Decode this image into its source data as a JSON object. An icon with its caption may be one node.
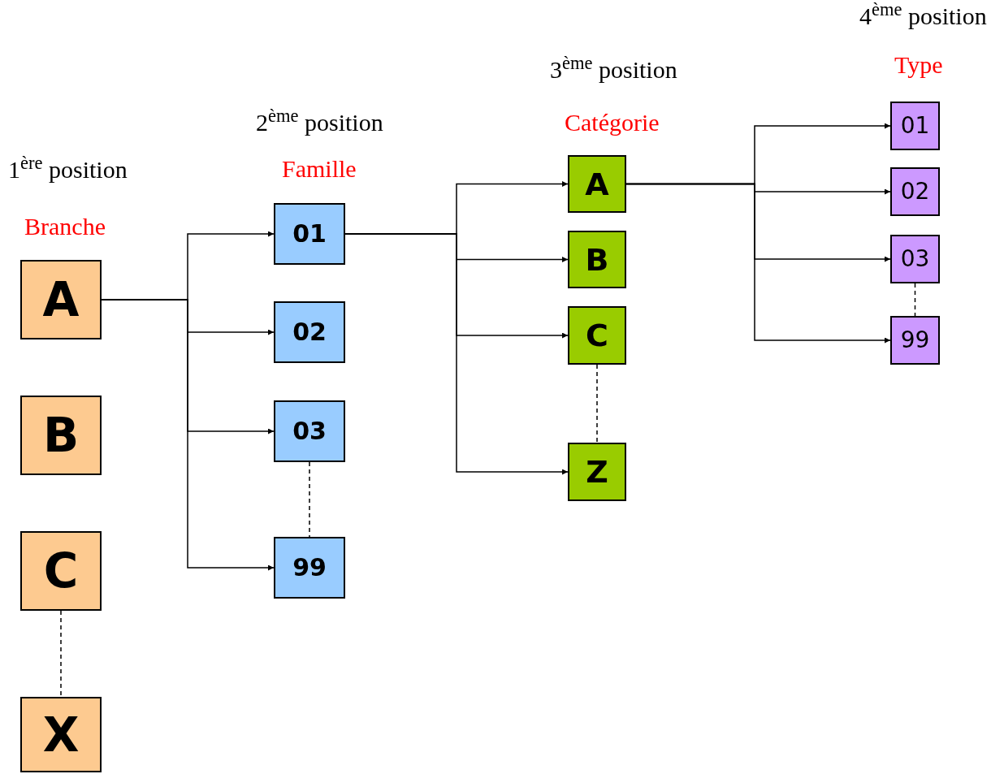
{
  "diagram": {
    "nodes": [
      {
        "text": [
          "A"
        ]
      },
      {
        "text": [
          "B"
        ]
      },
      {
        "text": [
          "C"
        ]
      },
      {
        "text": [
          "X"
        ]
      },
      {
        "text": [
          "01"
        ]
      },
      {
        "text": [
          "02"
        ]
      },
      {
        "text": [
          "03"
        ]
      },
      {
        "text": [
          "99"
        ]
      },
      {
        "text": [
          "A"
        ]
      },
      {
        "text": [
          "B"
        ]
      },
      {
        "text": [
          "C"
        ]
      },
      {
        "text": [
          "Z"
        ]
      },
      {
        "text": [
          "01"
        ]
      },
      {
        "text": [
          "02"
        ]
      },
      {
        "text": [
          "03"
        ]
      },
      {
        "text": [
          "99"
        ]
      }
    ],
    "edges": [
      {
        "from": 0,
        "to": 4,
        "arrow": "to"
      },
      {
        "from": 0,
        "to": 5,
        "arrow": "to"
      },
      {
        "from": 0,
        "to": 6,
        "arrow": "to"
      },
      {
        "from": 0,
        "to": 7,
        "arrow": "to"
      },
      {
        "from": 4,
        "to": 8,
        "arrow": "to"
      },
      {
        "from": 4,
        "to": 9,
        "arrow": "to"
      },
      {
        "from": 4,
        "to": 10,
        "arrow": "to"
      },
      {
        "from": 4,
        "to": 11,
        "arrow": "to"
      },
      {
        "from": 8,
        "to": 12,
        "arrow": "to"
      },
      {
        "from": 8,
        "to": 13,
        "arrow": "to"
      },
      {
        "from": 8,
        "to": 14,
        "arrow": "to"
      },
      {
        "from": 8,
        "to": 15,
        "arrow": "to"
      },
      {
        "from": 2,
        "to": 3,
        "arrow": "none",
        "style": "dashed"
      },
      {
        "from": 6,
        "to": 7,
        "arrow": "none",
        "style": "dashed"
      },
      {
        "from": 10,
        "to": 11,
        "arrow": "none",
        "style": "dashed"
      },
      {
        "from": 14,
        "to": 15,
        "arrow": "none",
        "style": "dashed"
      }
    ],
    "labels": [
      "4$^{ème}$ position",
      "Type",
      "3$^{ème}$ position",
      "Catégorie",
      "2$^{ème}$ position",
      "Famille",
      "1$^{ère}$ position",
      "Branche"
    ]
  }
}
